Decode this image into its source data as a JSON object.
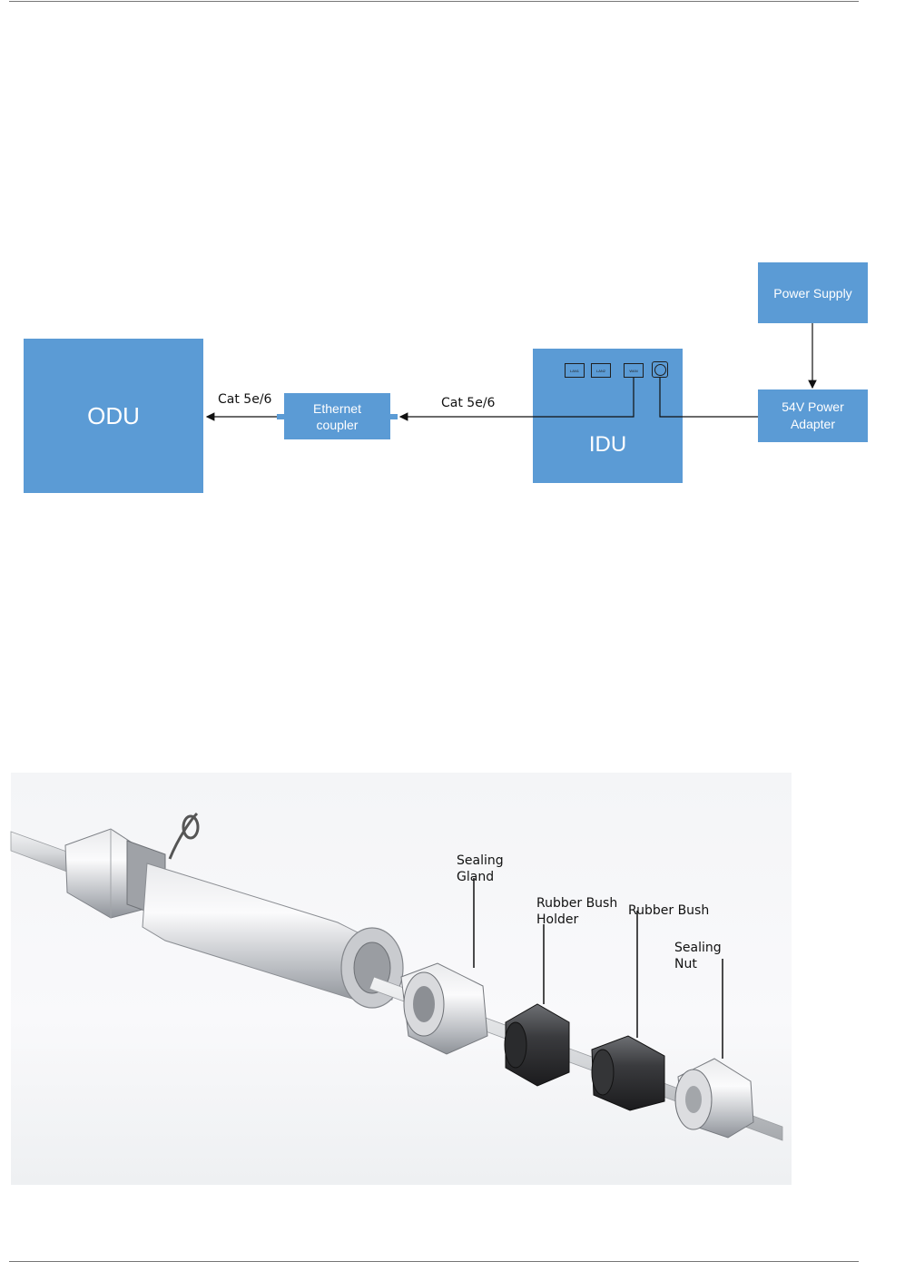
{
  "diagram": {
    "odu_label": "ODU",
    "coupler_label_line1": "Ethernet",
    "coupler_label_line2": "coupler",
    "idu_label": "IDU",
    "power_supply_label": "Power Supply",
    "adapter_label_line1": "54V Power",
    "adapter_label_line2": "Adapter",
    "cable_left_label": "Cat 5e/6",
    "cable_right_label": "Cat 5e/6",
    "ports": [
      "LAN1",
      "LAN2",
      "WAN"
    ],
    "box_color": "#5b9bd5"
  },
  "exploded_view": {
    "sealing_gland": [
      "Sealing",
      "Gland"
    ],
    "rubber_bush_holder": [
      "Rubber Bush",
      "Holder"
    ],
    "rubber_bush": "Rubber Bush",
    "sealing_nut": [
      "Sealing",
      "Nut"
    ]
  }
}
